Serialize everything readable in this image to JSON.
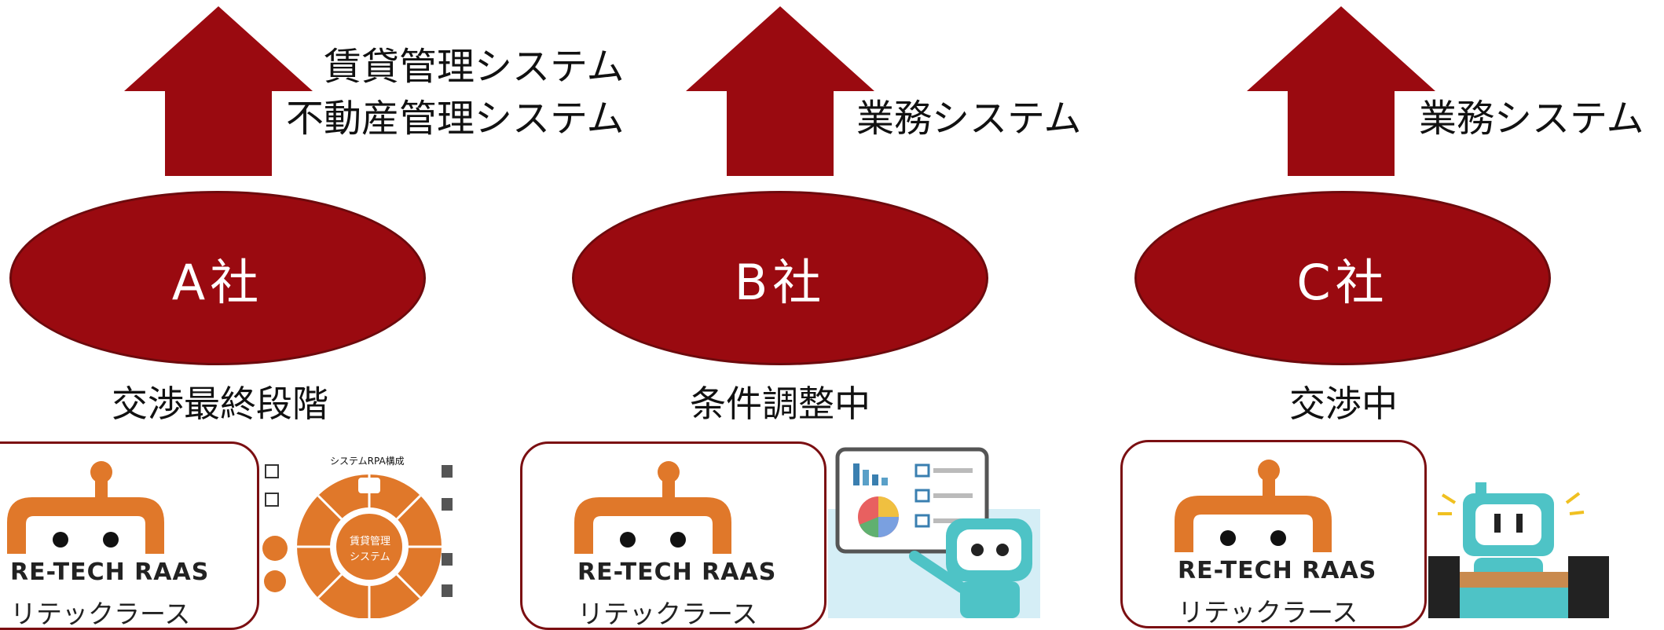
{
  "companies": [
    {
      "name": "A社",
      "status": "交渉最終段階",
      "systems": [
        "賃貸管理システム",
        "不動産管理システム"
      ]
    },
    {
      "name": "B社",
      "status": "条件調整中",
      "systems": [
        "業務システム"
      ]
    },
    {
      "name": "C社",
      "status": "交渉中",
      "systems": [
        "業務システム"
      ]
    }
  ],
  "brand": {
    "name": "RE-TECH RAAS",
    "kana": "リテックラース"
  },
  "rpa_diagram": {
    "title": "システムRPA構成",
    "center_label": "賃貸管理\nシステム",
    "center_line1": "賃貸管理",
    "center_line2": "システム"
  },
  "colors": {
    "arrow": "#9a0a10",
    "ellipse": "#9a0a10",
    "card_border": "#7b0f12",
    "brand_orange": "#e0782a"
  }
}
